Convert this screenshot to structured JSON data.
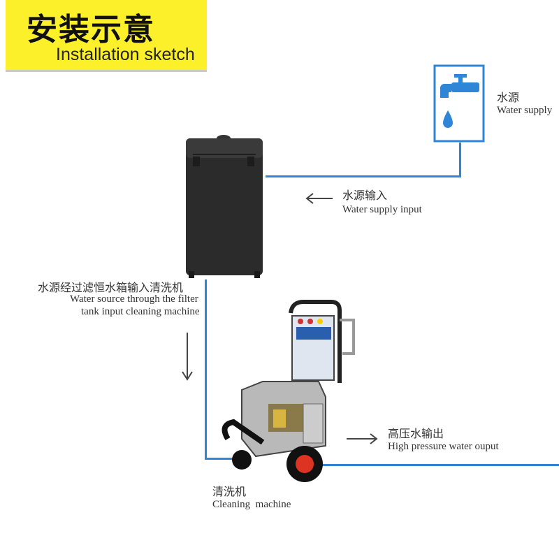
{
  "header": {
    "title_cn": "安装示意",
    "title_en": "Installation sketch"
  },
  "water_source": {
    "label_cn": "水源",
    "label_en": "Water supply",
    "icon": "water-tap-icon"
  },
  "supply_input": {
    "label_cn": "水源输入",
    "label_en": "Water supply input"
  },
  "filter_path": {
    "label_cn": "水源经过滤恒水箱输入清洗机",
    "label_en_line1": "Water source through the filter",
    "label_en_line2": "tank input cleaning machine"
  },
  "output": {
    "label_cn": "高压水输出",
    "label_en": "High pressure water ouput"
  },
  "machine": {
    "label_cn": "清洗机",
    "label_en": "Cleaning  machine"
  },
  "colors": {
    "pipe": "#2f86d6",
    "header_bg": "#fcf02a",
    "tank": "#2b2b2b"
  }
}
